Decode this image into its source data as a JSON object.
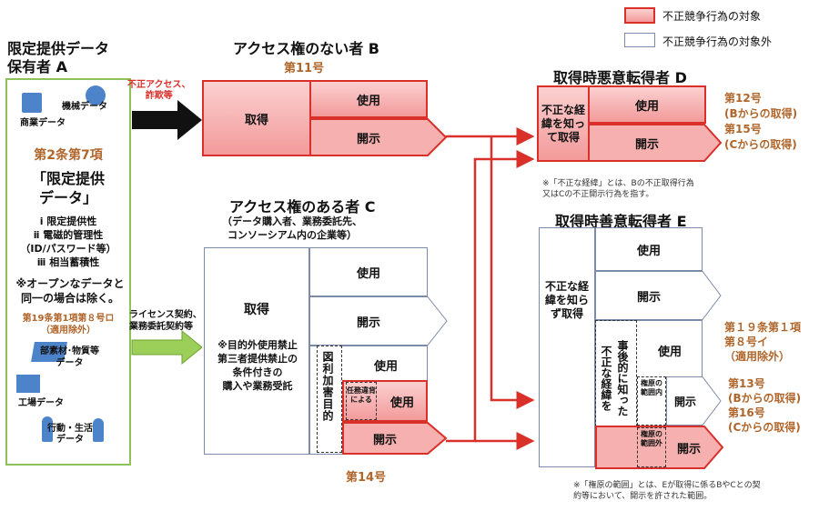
{
  "legend": {
    "target_label": "不正競争行為の対象",
    "non_target_label": "不正競争行為の対象外",
    "target_color": "#f39a9a",
    "border_red": "#d9302a"
  },
  "holder_a": {
    "title_line1": "限定提供データ",
    "title_line2": "保有者 A",
    "icon_machine": "機械データ",
    "icon_commerce": "商業データ",
    "article": "第2条第7項",
    "def_line1": "「限定提供",
    "def_line2": "データ」",
    "req1": "ⅰ 限定提供性",
    "req2": "ⅱ 電磁的管理性",
    "req3": "（ID/パスワード等）",
    "req4": "ⅲ 相当蓄積性",
    "exclusion_line1": "※オープンなデータと",
    "exclusion_line2": "同一の場合は除く。",
    "exemption_line1": "第19条第1項第８号ロ",
    "exemption_line2": "（適用除外）",
    "icon_parts_line1": "部素材･物質等",
    "icon_parts_line2": "データ",
    "icon_factory": "工場データ",
    "icon_life_line1": "行動・生活",
    "icon_life_line2": "データ"
  },
  "arrow_ab": {
    "line1": "不正アクセス、",
    "line2": "詐欺等"
  },
  "arrow_ac": {
    "line1": "ライセンス契約、",
    "line2": "業務委託契約等"
  },
  "party_b": {
    "title": "アクセス権のない者 B",
    "article": "第11号",
    "acquire": "取得",
    "use": "使用",
    "disclose": "開示"
  },
  "party_c": {
    "title": "アクセス権のある者 C",
    "subtitle_line1": "（データ購入者、業務委託先、",
    "subtitle_line2": "コンソーシアム内の企業等）",
    "acquire": "取得",
    "use": "使用",
    "disclose": "開示",
    "conditions": [
      "※目的外使用禁止",
      "第三者提供禁止の",
      "条件付きの",
      "購入や業務受託"
    ],
    "purpose_chars": "図利加害目的",
    "breach_chars": "任務違背による",
    "use2": "使用",
    "use3": "使用",
    "disclose2": "開示",
    "article": "第14号"
  },
  "party_d": {
    "title": "取得時悪意転得者 D",
    "knowing": "不正な経緯を知って取得",
    "use": "使用",
    "disclose": "開示",
    "art1": "第12号",
    "art1_note": "(Bからの取得)",
    "art2": "第15号",
    "art2_note": "(Cからの取得)",
    "footnote_line1": "※「不正な経緯」とは、Bの不正取得行為",
    "footnote_line2": "又はCの不正開示行為を指す。"
  },
  "party_e": {
    "title": "取得時善意転得者 E",
    "not_knowing": "不正な経緯を知らず取得",
    "use": "使用",
    "disclose": "開示",
    "learned_after": "事後的に知った",
    "unfair_chars": "不正な経緯を",
    "use2": "使用",
    "within_scope": "権原の範囲内",
    "outside_scope": "権原の範囲外",
    "disclose_in": "開示",
    "disclose_out": "開示",
    "exempt_art": "第１９条第１項",
    "exempt_art2": "第８号イ",
    "exempt_note": "（適用除外）",
    "art1": "第13号",
    "art1_note": "(Bからの取得)",
    "art2": "第16号",
    "art2_note": "(Cからの取得)",
    "footnote_line1": "※「権原の範囲」とは、Eが取得に係るBやCとの契",
    "footnote_line2": "約等において、開示を許された範囲。"
  }
}
